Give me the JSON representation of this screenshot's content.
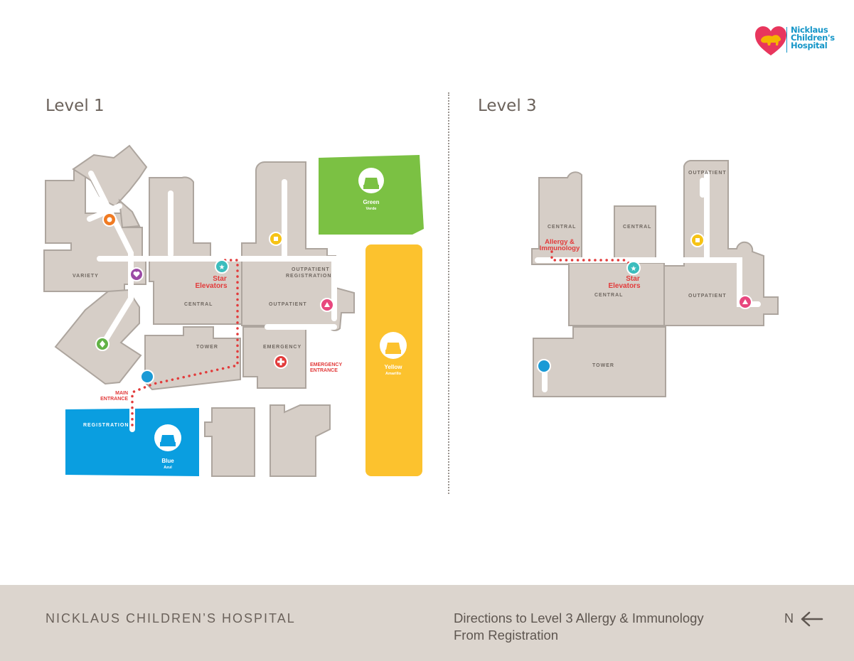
{
  "brand": {
    "logo_lines": [
      "Nicklaus",
      "Children's",
      "Hospital"
    ],
    "colors": {
      "heart": "#e8365d",
      "text": "#1596c8",
      "bear": "#f5b400"
    }
  },
  "maps": {
    "level1": {
      "title": "Level 1",
      "labels": {
        "variety": "VARIETY",
        "central": "CENTRAL",
        "tower": "TOWER",
        "outpatient": "OUTPATIENT",
        "outpatient_registration": [
          "OUTPATIENT",
          "REGISTRATION"
        ],
        "emergency": "EMERGENCY",
        "registration": "REGISTRATION",
        "star_elevators": [
          "Star",
          "Elevators"
        ],
        "emergency_entrance": [
          "EMERGENCY",
          "ENTRANCE"
        ],
        "main_entrance": [
          "MAIN",
          "ENTRANCE"
        ]
      },
      "parking": {
        "green": {
          "name": "Green",
          "sub": "Verde",
          "color": "#7bc143"
        },
        "yellow": {
          "name": "Yellow",
          "sub": "Amarillo",
          "color": "#fcc22e"
        },
        "blue": {
          "name": "Blue",
          "sub": "Azul",
          "color": "#0a9ee0"
        }
      }
    },
    "level3": {
      "title": "Level 3",
      "labels": {
        "central_left": "CENTRAL",
        "central_top": "CENTRAL",
        "central_bottom": "CENTRAL",
        "outpatient_top": "OUTPATIENT",
        "outpatient_bottom": "OUTPATIENT",
        "tower": "TOWER",
        "allergy": [
          "Allergy &",
          "Immunology"
        ],
        "star_elevators": [
          "Star",
          "Elevators"
        ]
      }
    },
    "icon_colors": {
      "orange_circle": "#f07a22",
      "purple_heart": "#9b4aa5",
      "teal_star": "#3bbdbd",
      "yellow_square": "#f6c315",
      "pink_triangle": "#e8477e",
      "green_diamond": "#62b246",
      "blue_moon": "#1a9ad6",
      "red_cross": "#e23b3b"
    },
    "colors": {
      "building": "#d6cec7",
      "outline": "#ada59e",
      "corridor": "#ffffff",
      "route": "#e23b3b",
      "highlight_text": "#e23b3b"
    }
  },
  "footer": {
    "hospital_name": "NICKLAUS CHILDREN’S HOSPITAL",
    "directions_line1": "Directions to Level 3 Allergy & Immunology",
    "directions_line2": "From Registration",
    "north_label": "N"
  }
}
